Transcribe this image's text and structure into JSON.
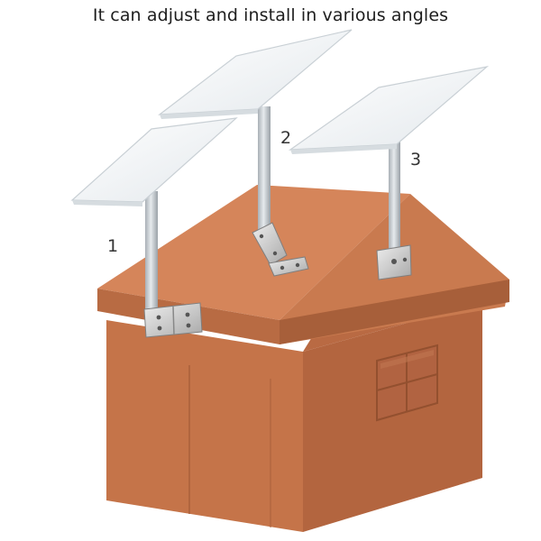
{
  "caption": "It can adjust and install in various angles",
  "positions": [
    {
      "label": "1"
    },
    {
      "label": "2"
    },
    {
      "label": "3"
    }
  ],
  "colors": {
    "house_front": "#c8764a",
    "house_side": "#b46640",
    "roof_top": "#d8885a",
    "roof_edge": "#b8683f",
    "pole": "#c9ced3",
    "dish": "#f4f7f9"
  }
}
